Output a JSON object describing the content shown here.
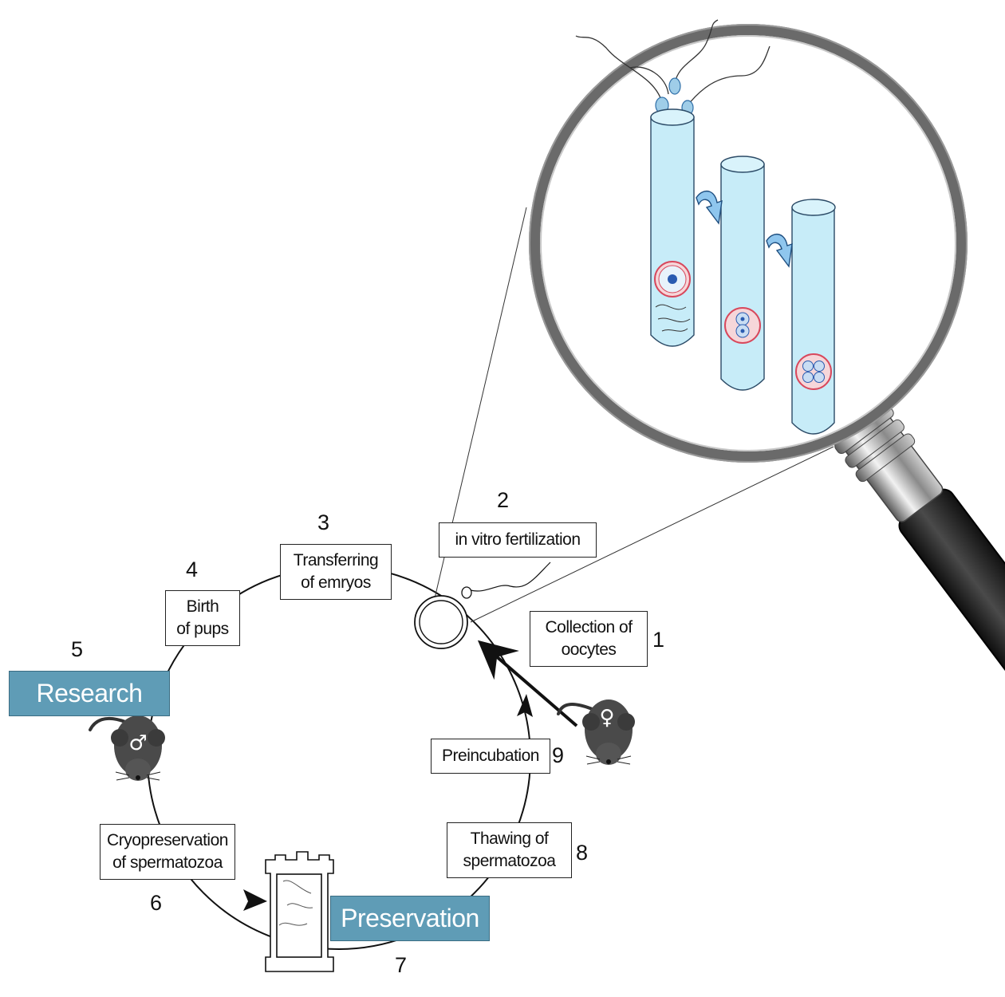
{
  "steps": [
    {
      "num": "1",
      "label_lines": [
        "Collection of",
        "oocytes"
      ]
    },
    {
      "num": "2",
      "label_lines": [
        "in vitro fertilization"
      ]
    },
    {
      "num": "3",
      "label_lines": [
        "Transferring",
        "of emryos"
      ]
    },
    {
      "num": "4",
      "label_lines": [
        "Birth",
        "of pups"
      ]
    },
    {
      "num": "5",
      "label_lines": [
        "Research"
      ]
    },
    {
      "num": "6",
      "label_lines": [
        "Cryopreservation",
        "of spermatozoa"
      ]
    },
    {
      "num": "7",
      "label_lines": [
        "Preservation"
      ]
    },
    {
      "num": "8",
      "label_lines": [
        "Thawing of",
        "spermatozoa"
      ]
    },
    {
      "num": "9",
      "label_lines": [
        "Preincubation"
      ]
    }
  ],
  "symbols": {
    "male": "♂",
    "female": "♀"
  },
  "colors": {
    "banner": "#5f9cb6",
    "tube": "#c7ecf8",
    "zona": "#e0566a",
    "nucleus": "#2a5bb0"
  },
  "icons": [
    "magnifying-glass-icon",
    "mouse-male-icon",
    "mouse-female-icon",
    "test-tube-icon",
    "oocyte-icon",
    "sperm-icon",
    "storage-tank-icon",
    "curved-arrow-icon"
  ]
}
